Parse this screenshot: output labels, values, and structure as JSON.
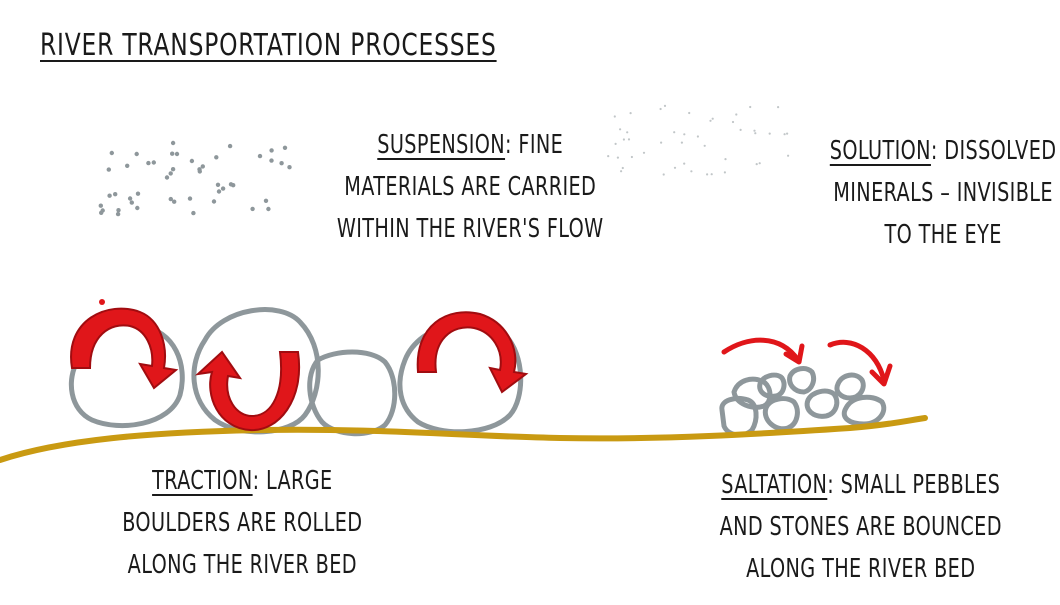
{
  "title": "RIVER TRANSPORTATION PROCESSES",
  "colors": {
    "riverbed": "#c99a12",
    "stone": "#8e979b",
    "arrow": "#e0161a",
    "arrow_dark": "#a10c10",
    "particles": "#8e979b"
  },
  "labels": {
    "suspension": {
      "term": "SUSPENSION",
      "line1": ": FINE",
      "line2": "MATERIALS ARE CARRIED",
      "line3": "WITHIN THE RIVER'S FLOW"
    },
    "solution": {
      "term": "SOLUTION",
      "line1": ": DISSOLVED",
      "line2": "MINERALS – INVISIBLE",
      "line3": "TO THE EYE"
    },
    "traction": {
      "term": "TRACTION",
      "line1": ": LARGE",
      "line2": "BOULDERS ARE ROLLED",
      "line3": "ALONG THE RIVER BED"
    },
    "saltation": {
      "term": "SALTATION",
      "line1": ": SMALL PEBBLES",
      "line2": "AND STONES ARE BOUNCED",
      "line3": "ALONG THE RIVER BED"
    }
  }
}
